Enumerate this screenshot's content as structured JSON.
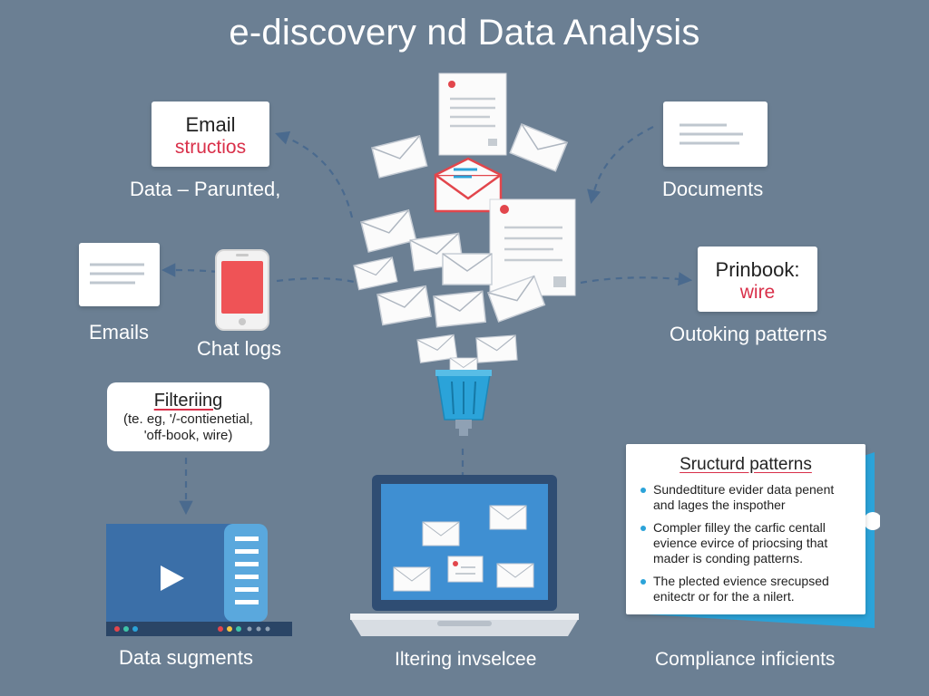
{
  "title": "e-discovery nd Data Analysis",
  "cards": {
    "email_structions": {
      "title": "Email",
      "subtitle": "structios"
    },
    "prinbook": {
      "title": "Prinbook:",
      "subtitle": "wire"
    }
  },
  "captions": {
    "data_parunted": "Data – Parunted,",
    "documents": "Documents",
    "emails": "Emails",
    "chat_logs": "Chat logs",
    "outoking_patterns": "Outoking patterns",
    "data_sugments": "Data sugments",
    "iltering_invselcee": "Iltering invselcee",
    "compliance_inficients": "Compliance inficients"
  },
  "filtering": {
    "title": "Filteriing",
    "line1": "(te. eg, '/-contienetial,",
    "line2": "'off-book, wire)"
  },
  "patterns_panel": {
    "title": "Sructurd patterns",
    "bullets": [
      {
        "line1": "Sundedtiture evider data penent",
        "line2": "and lages the inspother"
      },
      {
        "line1": "Compler filley the carfic centall",
        "line2": "evience evirce of priocsing that",
        "line3": "mader is conding patterns."
      },
      {
        "line1": "The plected evience srecupsed",
        "line2": "enitectr or for the a nilert."
      }
    ]
  },
  "colors": {
    "background": "#6b7f93",
    "accent_red": "#d9304a",
    "accent_blue": "#2ba3d9",
    "device_blue": "#3b6fa8"
  }
}
